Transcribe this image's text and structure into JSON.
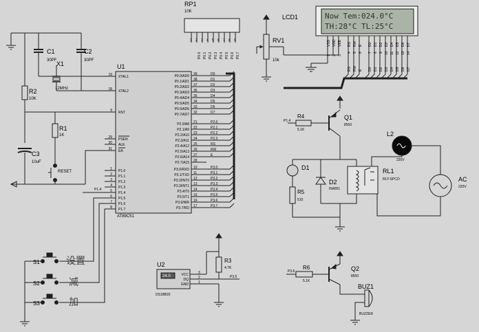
{
  "colors": {
    "background": "#d6d6d6",
    "wire": "#1f1f1f",
    "lcd_screen": "#aab4a6",
    "lcd_frame": "#efefef",
    "lcd_text": "#303030",
    "cn_text": "#444444"
  },
  "rp1": {
    "ref": "RP1",
    "value": "10K",
    "pins": [
      "1",
      "2",
      "3",
      "4",
      "5",
      "6",
      "7",
      "8",
      "9"
    ],
    "ports": [
      "P0.0",
      "P0.1",
      "P0.2",
      "P0.3",
      "P0.4",
      "P0.5",
      "P0.6",
      "P0.7"
    ]
  },
  "lcd1": {
    "ref": "LCD1",
    "line1": "Now Tem:024.0°C",
    "line2": "TH:28°C   TL:25°C",
    "pins": [
      "VSS",
      "VDD",
      "VEE",
      "RS",
      "RW",
      "E",
      "D0",
      "D1",
      "D2",
      "D3",
      "D4",
      "D5",
      "D6",
      "D7"
    ],
    "nums": [
      "1",
      "2",
      "3",
      "4",
      "5",
      "6",
      "7",
      "8",
      "9",
      "10",
      "11",
      "12",
      "13",
      "14"
    ]
  },
  "rv1": {
    "ref": "RV1",
    "value": "10k"
  },
  "c1": {
    "ref": "C1",
    "value": "30PF"
  },
  "c2": {
    "ref": "C2",
    "value": "30PF"
  },
  "x1": {
    "ref": "X1",
    "value": "12MHz"
  },
  "r2": {
    "ref": "R2",
    "value": "10K"
  },
  "r1": {
    "ref": "R1",
    "value": "1K"
  },
  "c3": {
    "ref": "C3",
    "value": "10uF"
  },
  "reset": {
    "label": "RESET"
  },
  "u1": {
    "ref": "U1",
    "part": "AT89C51",
    "left_pins": [
      {
        "num": "19",
        "name": "XTAL1"
      },
      {
        "num": "18",
        "name": "XTAL2"
      },
      {
        "num": "9",
        "name": "RST"
      },
      {
        "num": "29",
        "name": "PSEN"
      },
      {
        "num": "30",
        "name": "ALE"
      },
      {
        "num": "31",
        "name": "EA"
      },
      {
        "num": "1",
        "name": "P1.0"
      },
      {
        "num": "2",
        "name": "P1.1"
      },
      {
        "num": "3",
        "name": "P1.2"
      },
      {
        "num": "4",
        "name": "P1.3"
      },
      {
        "num": "5",
        "name": "P1.4"
      },
      {
        "num": "6",
        "name": "P1.5"
      },
      {
        "num": "7",
        "name": "P1.6"
      },
      {
        "num": "8",
        "name": "P1.7"
      }
    ],
    "right_p0": [
      {
        "num": "39",
        "name": "P0.0/AD0",
        "net": "D0"
      },
      {
        "num": "38",
        "name": "P0.1/AD1",
        "net": "D1"
      },
      {
        "num": "37",
        "name": "P0.2/AD2",
        "net": "D2"
      },
      {
        "num": "36",
        "name": "P0.3/AD3",
        "net": "D3"
      },
      {
        "num": "35",
        "name": "P0.4/AD4",
        "net": "D4"
      },
      {
        "num": "34",
        "name": "P0.5/AD5",
        "net": "D5"
      },
      {
        "num": "33",
        "name": "P0.6/AD6",
        "net": "D6"
      },
      {
        "num": "32",
        "name": "P0.7/AD7",
        "net": "D7"
      }
    ],
    "right_p2": [
      {
        "num": "21",
        "name": "P2.0/A8",
        "net": "P2.0"
      },
      {
        "num": "22",
        "name": "P2.1/A9",
        "net": "P2.1"
      },
      {
        "num": "23",
        "name": "P2.2/A10",
        "net": "P2.2"
      },
      {
        "num": "24",
        "name": "P2.3/A11",
        "net": "P2.3"
      },
      {
        "num": "25",
        "name": "P2.4/A12",
        "net": "RS"
      },
      {
        "num": "26",
        "name": "P2.5/A13",
        "net": "RW"
      },
      {
        "num": "27",
        "name": "P2.6/A14",
        "net": "E"
      },
      {
        "num": "28",
        "name": "P2.7/A15",
        "net": ""
      }
    ],
    "right_p3": [
      {
        "num": "10",
        "name": "P3.0/RXD",
        "net": "P3.0"
      },
      {
        "num": "11",
        "name": "P3.1/TXD",
        "net": "P3.1"
      },
      {
        "num": "12",
        "name": "P3.2/INT0",
        "net": "P3.2"
      },
      {
        "num": "13",
        "name": "P3.3/INT1",
        "net": "P3.3"
      },
      {
        "num": "14",
        "name": "P3.4/T0",
        "net": "P3.4"
      },
      {
        "num": "15",
        "name": "P3.5/T1",
        "net": "P3.5"
      },
      {
        "num": "16",
        "name": "P3.6/WR",
        "net": "P3.6"
      },
      {
        "num": "17",
        "name": "P3.7/RD",
        "net": "P3.7"
      }
    ],
    "p14_label": "P1.4"
  },
  "r4": {
    "ref": "R4",
    "value": "5.1K",
    "net": "P1.4"
  },
  "q1": {
    "ref": "Q1",
    "value": "8550"
  },
  "l2": {
    "ref": "L2",
    "value": "220V"
  },
  "d1": {
    "ref": "D1"
  },
  "r5": {
    "ref": "R5",
    "value": "510"
  },
  "d2": {
    "ref": "D2",
    "value": "IN4001"
  },
  "rl1": {
    "ref": "RL1",
    "value": "RLY-SPCO"
  },
  "ac": {
    "ref": "AC",
    "value": "220V"
  },
  "u2": {
    "ref": "U2",
    "part": "DS18B20",
    "reading": "24.0",
    "pins": {
      "vcc": "VCC",
      "dq": "DQ",
      "gnd": "GND"
    },
    "nums": [
      "3",
      "2",
      "1"
    ]
  },
  "r3": {
    "ref": "R3",
    "value": "4.7K"
  },
  "p35": {
    "label": "P3.5"
  },
  "r6": {
    "ref": "R6",
    "value": "5.1K",
    "net": "P3.6"
  },
  "q2": {
    "ref": "Q2",
    "value": "8550"
  },
  "buz1": {
    "ref": "BUZ1",
    "value": "BUZZER"
  },
  "switches": [
    {
      "ref": "S1",
      "label": "设置"
    },
    {
      "ref": "S2",
      "label": "减"
    },
    {
      "ref": "S3",
      "label": "加"
    }
  ]
}
